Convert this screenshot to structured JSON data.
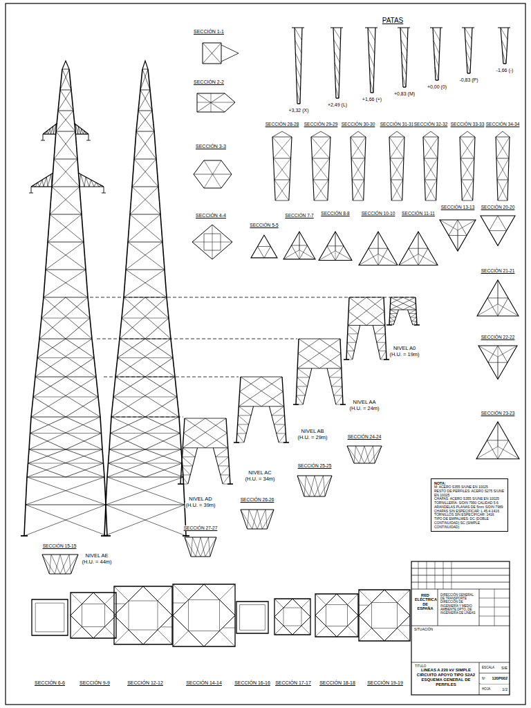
{
  "diagram": {
    "nodes": [
      {
        "text": [
          "NOTA:",
          "M: ACERO S355 S/UNE EN 10025",
          "RESTO DE PERFILES: ACERO S275 S/UNE EN 10025",
          "CHAPAS: ACERO S355 S/UNE EN 10025",
          "TORNILLERÍA: S/DIN 7990 CALIDAD 5.6",
          "ARANDELAS PLANAS DE 5mm S/DIN 7989",
          "CHAPAS SIN ESPECIFICAR: L 45.4-1416",
          "TORNILLOS SIN ESPECIFICAR: 1416",
          "TIPO DE EMPALMES: DC (DOBLE CONTINUIDAD) SC (SIMPLE CONTINUIDAD)"
        ]
      },
      {
        "text": [
          "RED ELÉCTRICA DE ESPAÑA"
        ]
      },
      {
        "text": [
          "DIRECCIÓN GENERAL DE TRANSPORTE DIRECCIÓN DE INGENIERÍA Y MEDIO AMBIENTE DPTO. DE INGENIERÍA DE LÍNEAS"
        ]
      },
      {
        "text": [
          "TITULO",
          "LINEAS A 220 kV SIMPLE CIRCUITO APOYO TIPO S2A2 ESQUEMA GENERAL DE PERFILES"
        ]
      },
      {
        "text": [
          "ESCALA",
          "S/E"
        ]
      },
      {
        "text": [
          "Nº",
          "120P002"
        ]
      },
      {
        "text": [
          "HOJA",
          "1/2"
        ]
      }
    ],
    "labels": [
      "PATAS",
      "+3,32 (X)",
      "+2,49 (L)",
      "+1,66 (+)",
      "+0,83 (M)",
      "+0,00 (0)",
      "-0,83 (P)",
      "-1,66 (-)",
      "SECCIÓN 1-1",
      "SECCIÓN 2-2",
      "SECCIÓN 3-3",
      "SECCIÓN 4-4",
      "SECCIÓN 28-28",
      "SECCIÓN 29-29",
      "SECCIÓN 30-30",
      "SECCIÓN 31-31",
      "SECCIÓN 32-32",
      "SECCIÓN 33-33",
      "SECCIÓN 34-34",
      "SECCIÓN 5-5",
      "SECCIÓN 7-7",
      "SECCIÓN 8-8",
      "SECCIÓN 10-10",
      "SECCIÓN 11-11",
      "SECCIÓN 13-13",
      "SECCIÓN 20-20",
      "SECCIÓN 21-21",
      "SECCIÓN 22-22",
      "SECCIÓN 23-23",
      "SECCIÓN 24-24",
      "SECCIÓN 25-25",
      "SECCIÓN 26-26",
      "SECCIÓN 27-27",
      "SECCIÓN 15-15",
      "NIVEL A0",
      "(H.U. = 19m)",
      "NIVEL AA",
      "(H.U. = 24m)",
      "NIVEL AB",
      "(H.U. = 29m)",
      "NIVEL AC",
      "(H.U. = 34m)",
      "NIVEL AD",
      "(H.U. = 39m)",
      "NIVEL AE",
      "(H.U. = 44m)",
      "SECCIÓN 6-6",
      "SECCIÓN 9-9",
      "SECCIÓN 12-12",
      "SECCIÓN 14-14",
      "SECCIÓN 16-16",
      "SECCIÓN 17-17",
      "SECCIÓN 18-18",
      "SECCIÓN 19-19",
      "SITUACIÓN"
    ]
  }
}
